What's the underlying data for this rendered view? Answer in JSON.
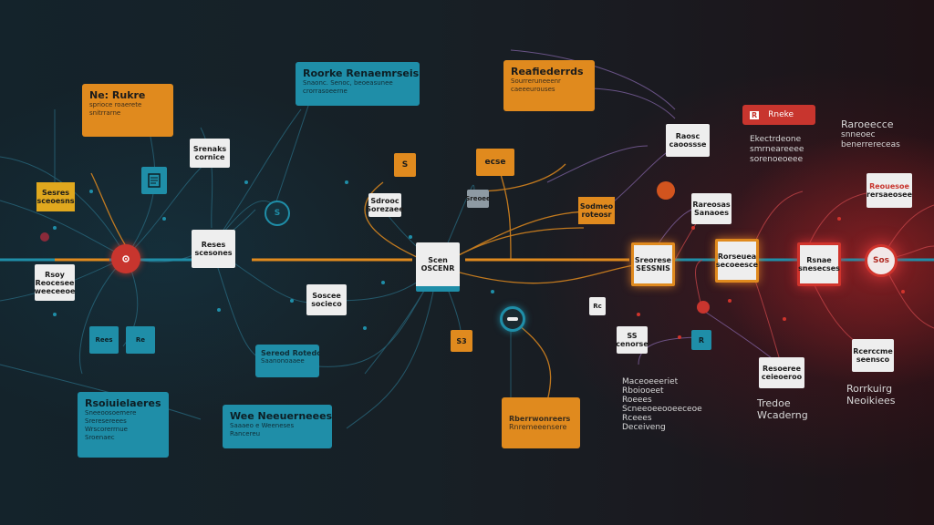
{
  "nodes": {
    "top_left_orange": {
      "title": "Ne: Rukre",
      "lines": [
        "sprioce roaerete",
        "snitrrarne"
      ]
    },
    "top_teal": {
      "title": "Roorke Renaemrseis",
      "lines": [
        "Snaonc. Senoc, beoeasunee",
        "crorrasoeerne"
      ]
    },
    "top_orange_center": {
      "title": "Reafiederrds",
      "lines": [
        "Sourreruneeenr",
        "caeeeurouses"
      ]
    },
    "red_label": {
      "title": "Rneke",
      "icon": "R"
    },
    "right_text_top": {
      "lines": [
        "Raroeecce",
        "snneoec",
        "benerrereceas"
      ]
    },
    "right_text_mid": {
      "lines": [
        "Ekectrdeone",
        "smrneareeee",
        "sorenoeoeee"
      ]
    },
    "white_1": {
      "lines": [
        "Srenaks",
        "cornice"
      ]
    },
    "white_rd": {
      "lines": [
        "Rcerccme",
        "seensco"
      ]
    },
    "teal_icon_1": {
      "label": "S"
    },
    "white_sro": {
      "lines": [
        "Sdrooc",
        "Sorezaee"
      ]
    },
    "orange_small_1": {
      "label": "S"
    },
    "orange_small_2": {
      "label": "ecse"
    },
    "grey_small": {
      "label": "Sreoee"
    },
    "orange_slim": {
      "lines": [
        "Sodmeo",
        "roteosr"
      ]
    },
    "white_rbh": {
      "lines": [
        "Raosc",
        "caoossse"
      ]
    },
    "white_rt": {
      "lines": [
        "Rareosas",
        "Sanaoes"
      ]
    },
    "yellow_left": {
      "lines": [
        "Sesres",
        "sceoesns"
      ]
    },
    "white_lr": {
      "lines": [
        "Rsoy",
        "Reocesee",
        "weeceeoe"
      ]
    },
    "white_keses": {
      "lines": [
        "Reses",
        "scesones"
      ]
    },
    "center_white": {
      "lines": [
        "Scen",
        "OSCENR"
      ]
    },
    "white_sss": {
      "lines": [
        "Soscee",
        "socieco"
      ]
    },
    "orange_glow_1": {
      "lines": [
        "Sreorese",
        "SESSNIS"
      ]
    },
    "orange_glow_2": {
      "lines": [
        "Rorseuea",
        "secoeesce"
      ]
    },
    "red_glow": {
      "lines": [
        "Rsnae",
        "snesecses"
      ]
    },
    "red_circle_right": {
      "label": "Sos"
    },
    "teal_small_left_1": {
      "label": "Rees"
    },
    "teal_small_left_2": {
      "label": "Re"
    },
    "teal_mid": {
      "title": "Sereod Rotedo",
      "lines": [
        "Saanonoaaee"
      ]
    },
    "orange_small_3": {
      "label": "S3"
    },
    "white_q": {
      "label": "Rc"
    },
    "white_ss": {
      "lines": [
        "SS",
        "cenorse"
      ]
    },
    "teal_square_right": {
      "label": "R"
    },
    "white_rbottom": {
      "lines": [
        "Resoeree",
        "ceieoeroo"
      ]
    },
    "white_farright": {
      "lines": [
        "Reouesoe",
        "rersaeosee"
      ]
    },
    "bottom_left_teal": {
      "title": "Rsoiuielaeres",
      "lines": [
        "Sneeoosoemere",
        "Sreresereees",
        "Wrscorerrnue",
        "Sroenaec"
      ]
    },
    "bottom_teal_mid": {
      "title": "Wee Neeuerneees",
      "lines": [
        "Saaaeo e Weeneses",
        "Rancereu"
      ]
    },
    "bottom_orange": {
      "lines": [
        "Rberrwonreers",
        "Rnremeeensere"
      ]
    },
    "bottom_text_1": {
      "lines": [
        "Maceoeeeriet",
        "Rboiooeet",
        "Roeees",
        "Scneeoeeooeeceoe",
        "Rceees",
        "Deceiveng"
      ]
    },
    "bottom_text_2": {
      "lines": [
        "Tredoe",
        "Wcaderng"
      ]
    },
    "bottom_text_3": {
      "lines": [
        "Rorrkuirg",
        "Neoikiees"
      ]
    }
  },
  "colors": {
    "orange": "#e08a1e",
    "teal": "#1f8ea8",
    "red": "#c8352e",
    "white": "#eeeeee",
    "background": "#151c22"
  }
}
